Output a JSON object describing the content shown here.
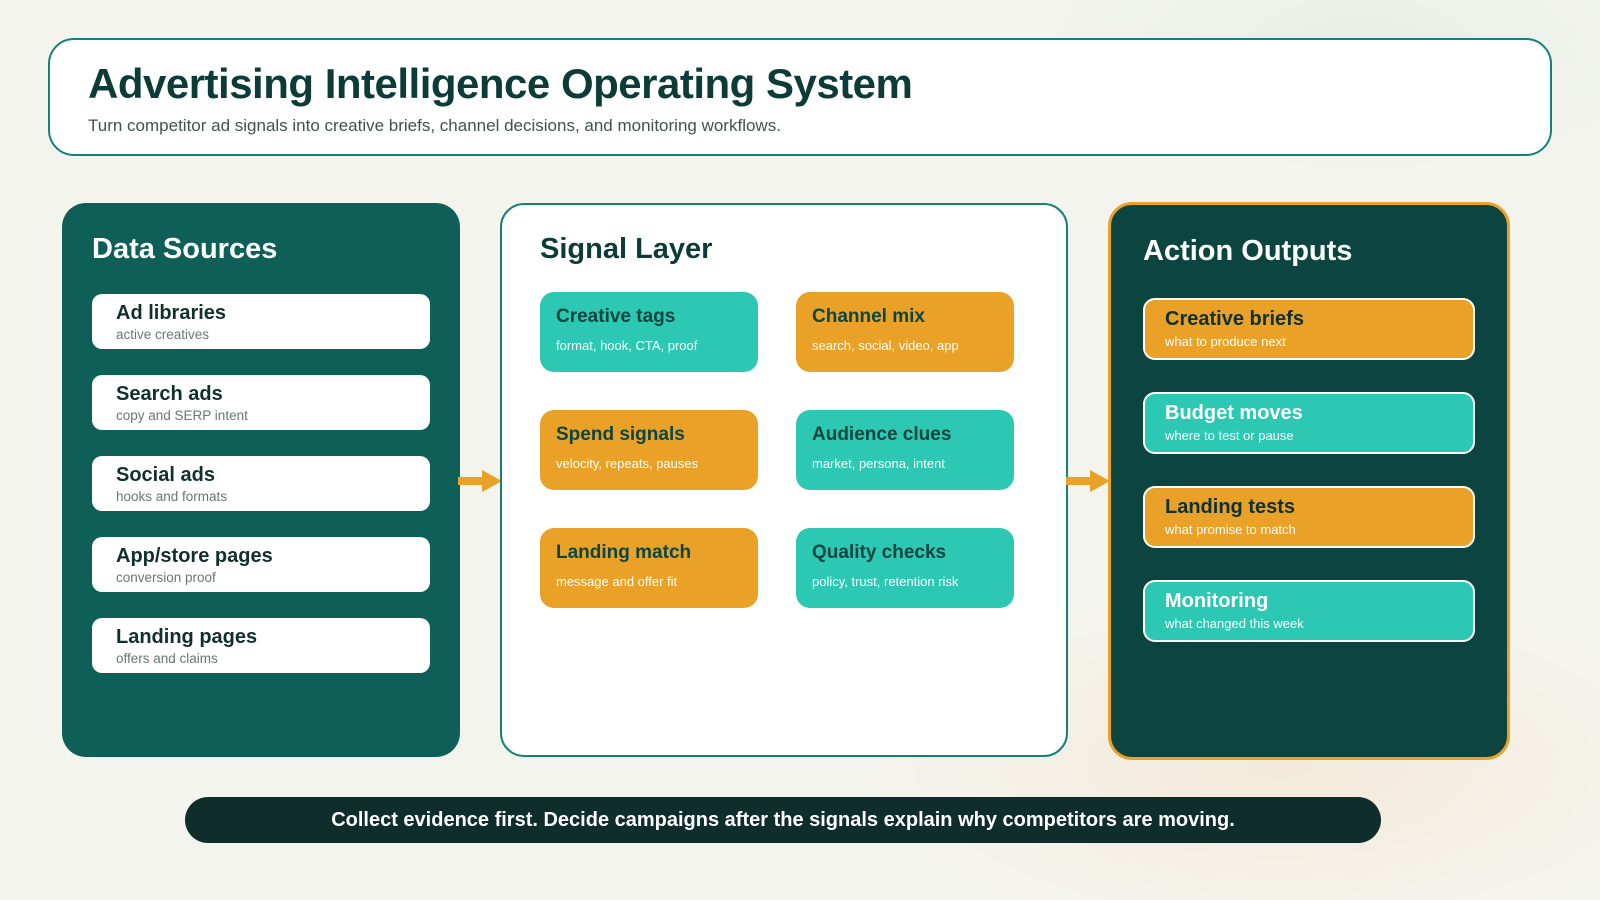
{
  "header": {
    "title": "Advertising Intelligence Operating System",
    "subtitle": "Turn competitor ad signals into creative briefs, channel decisions, and monitoring workflows."
  },
  "data_sources": {
    "title": "Data Sources",
    "items": [
      {
        "title": "Ad libraries",
        "subtitle": "active creatives"
      },
      {
        "title": "Search ads",
        "subtitle": "copy and SERP intent"
      },
      {
        "title": "Social ads",
        "subtitle": "hooks and formats"
      },
      {
        "title": "App/store pages",
        "subtitle": "conversion proof"
      },
      {
        "title": "Landing pages",
        "subtitle": "offers and claims"
      }
    ]
  },
  "signal_layer": {
    "title": "Signal Layer",
    "items": [
      {
        "title": "Creative tags",
        "subtitle": "format, hook, CTA, proof",
        "color": "teal"
      },
      {
        "title": "Channel mix",
        "subtitle": "search, social, video, app",
        "color": "orange"
      },
      {
        "title": "Spend signals",
        "subtitle": "velocity, repeats, pauses",
        "color": "orange"
      },
      {
        "title": "Audience clues",
        "subtitle": "market, persona, intent",
        "color": "teal"
      },
      {
        "title": "Landing match",
        "subtitle": "message and offer fit",
        "color": "orange"
      },
      {
        "title": "Quality checks",
        "subtitle": "policy, trust, retention risk",
        "color": "teal"
      }
    ]
  },
  "action_outputs": {
    "title": "Action Outputs",
    "items": [
      {
        "title": "Creative briefs",
        "subtitle": "what to produce next",
        "color": "orange"
      },
      {
        "title": "Budget moves",
        "subtitle": "where to test or pause",
        "color": "teal"
      },
      {
        "title": "Landing tests",
        "subtitle": "what promise to match",
        "color": "orange"
      },
      {
        "title": "Monitoring",
        "subtitle": "what changed this week",
        "color": "teal"
      }
    ]
  },
  "footer": {
    "text": "Collect evidence first. Decide campaigns after the signals explain why competitors are moving."
  },
  "icons": {
    "flow_arrow": "arrow-right-icon"
  },
  "colors": {
    "page_background": "#f4f4ee",
    "teal_panel": "#0d5f58",
    "teal_panel_dark": "#0c4540",
    "teal_card": "#2dc8b3",
    "orange_accent": "#e9a127",
    "teal_border": "#13817a",
    "dark_text": "#0c3b38",
    "banner_background": "#0f2d2b"
  }
}
